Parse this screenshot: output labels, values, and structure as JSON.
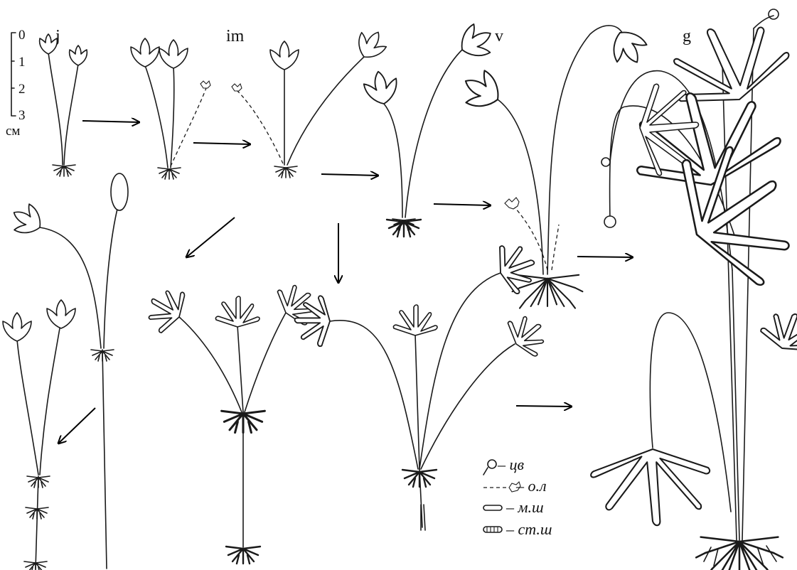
{
  "stages": {
    "juvenile": "j",
    "immature": "im",
    "virginile": "v",
    "generative": "g"
  },
  "scale_bar": {
    "ticks": [
      "0",
      "1",
      "2",
      "3"
    ],
    "unit": "см"
  },
  "legend": [
    {
      "symbol": "flower-icon",
      "label": "– цв"
    },
    {
      "symbol": "dead-leaf-icon",
      "label": "– о.л"
    },
    {
      "symbol": "young-root-icon",
      "label": "– м.ш"
    },
    {
      "symbol": "old-root-icon",
      "label": "– ст.ш"
    }
  ],
  "colors": {
    "ink": "#1a1a1a",
    "background": "#ffffff"
  }
}
